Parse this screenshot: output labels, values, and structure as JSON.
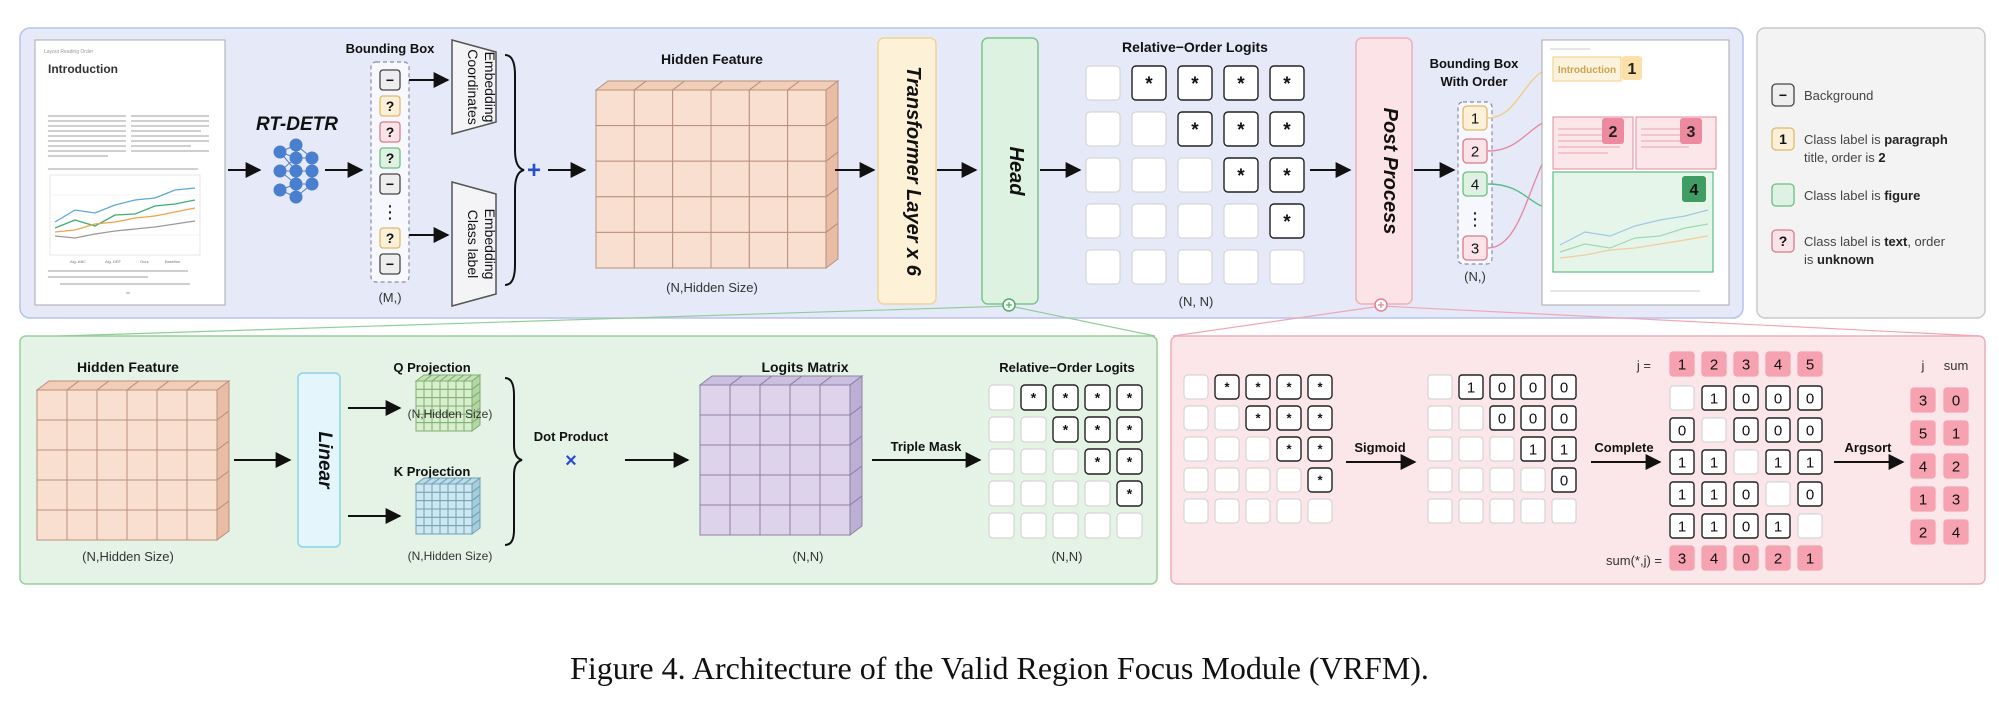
{
  "top": {
    "bbox_title": "Bounding Box",
    "bbox_dims": "(M,)",
    "bbox_items": [
      "−",
      "?",
      "?",
      "?",
      "−",
      "⋮",
      "?",
      "−"
    ],
    "rtdetr": "RT-DETR",
    "coord_embed": [
      "Coordinates",
      "Embedding"
    ],
    "class_embed": [
      "Class label",
      "Embedding"
    ],
    "plus": "+",
    "hidden_title": "Hidden Feature",
    "hidden_dims": "(N,Hidden Size)",
    "transformer": "Transformer Layer x 6",
    "head": "Head",
    "logits_title": "Relative−Order Logits",
    "logits_dims": "(N, N)",
    "star": "*",
    "post": "Post Process",
    "order_title": [
      "Bounding Box",
      "With Order"
    ],
    "order_items": [
      "1",
      "2",
      "4",
      "⋮",
      "3"
    ],
    "order_dims": "(N,)"
  },
  "doc": {
    "header": "Layout Reading Order",
    "title": "Introduction",
    "legend": [
      "Alg. ABC",
      "Alg. DEF",
      "Ours",
      "Baseline"
    ]
  },
  "output_doc": {
    "title_box": "Introduction",
    "badges": [
      "1",
      "2",
      "3",
      "4"
    ]
  },
  "legend": [
    {
      "sym": "−",
      "label": "Background"
    },
    {
      "sym": "1",
      "lines": [
        [
          {
            "t": "Class label is "
          },
          {
            "t": "paragraph",
            "b": true
          }
        ],
        [
          {
            "t": "title, order is "
          },
          {
            "t": "2",
            "b": true
          }
        ]
      ]
    },
    {
      "sym": "",
      "lines": [
        [
          {
            "t": "Class label is "
          },
          {
            "t": "figure",
            "b": true
          }
        ]
      ]
    },
    {
      "sym": "?",
      "lines": [
        [
          {
            "t": "Class label is "
          },
          {
            "t": "text",
            "b": true
          },
          {
            "t": ", order"
          }
        ],
        [
          {
            "t": "is "
          },
          {
            "t": "unknown",
            "b": true
          }
        ]
      ]
    }
  ],
  "head_panel": {
    "hidden_title": "Hidden Feature",
    "hidden_dims": "(N,Hidden Size)",
    "linear": "Linear",
    "q_title": "Q  Projection",
    "k_title": "K  Projection",
    "q_dims": "(N,Hidden Size)",
    "k_dims": "(N,Hidden Size)",
    "dot_product": "Dot Product",
    "times": "×",
    "logits_title": "Logits Matrix",
    "logits_dims": "(N,N)",
    "triple_mask": "Triple Mask",
    "rol_title": "Relative−Order Logits",
    "rol_dims": "(N,N)"
  },
  "post_panel": {
    "sigmoid": "Sigmoid",
    "complete": "Complete",
    "argsort": "Argsort",
    "sig_matrix": [
      [
        "",
        "1",
        "0",
        "0",
        "0"
      ],
      [
        "",
        "",
        "0",
        "0",
        "0"
      ],
      [
        "",
        "",
        "",
        "1",
        "1"
      ],
      [
        "",
        "",
        "",
        "",
        "0"
      ],
      [
        "",
        "",
        "",
        "",
        ""
      ]
    ],
    "complete_matrix": [
      [
        "",
        "1",
        "0",
        "0",
        "0"
      ],
      [
        "0",
        "",
        "0",
        "0",
        "0"
      ],
      [
        "1",
        "1",
        "",
        "1",
        "1"
      ],
      [
        "1",
        "1",
        "0",
        "",
        "0"
      ],
      [
        "1",
        "1",
        "0",
        "1",
        ""
      ]
    ],
    "j_label": "j =",
    "j_values": [
      "1",
      "2",
      "3",
      "4",
      "5"
    ],
    "sum_label": "sum(*,j) =",
    "sum_values": [
      "3",
      "4",
      "0",
      "2",
      "1"
    ],
    "result_headers": [
      "j",
      "sum"
    ],
    "result": [
      [
        "3",
        "0"
      ],
      [
        "5",
        "1"
      ],
      [
        "4",
        "2"
      ],
      [
        "1",
        "3"
      ],
      [
        "2",
        "4"
      ]
    ]
  },
  "caption": "Figure 4. Architecture of the Valid Region Focus Module (VRFM)."
}
